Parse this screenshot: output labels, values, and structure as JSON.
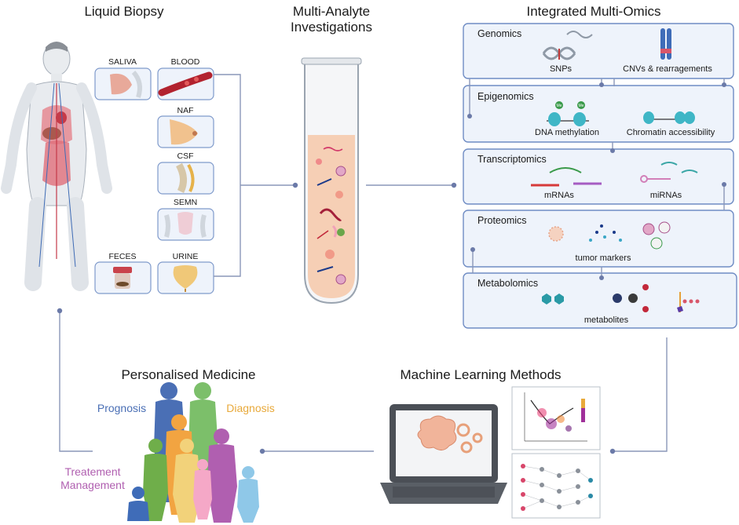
{
  "titles": {
    "liquid_biopsy": "Liquid Biopsy",
    "multi_analyte_line1": "Multi-Analyte",
    "multi_analyte_line2": "Investigations",
    "integrated": "Integrated Multi-Omics",
    "personalised": "Personalised  Medicine",
    "ml": "Machine Learning Methods"
  },
  "samples": {
    "saliva": "SALIVA",
    "blood": "BLOOD",
    "naf": "NAF",
    "csf": "CSF",
    "semn": "SEMN",
    "feces": "FECES",
    "urine": "URINE"
  },
  "omics": {
    "genomics": {
      "title": "Genomics",
      "a": "SNPs",
      "b": "CNVs & rearragements"
    },
    "epigenomics": {
      "title": "Epigenomics",
      "a": "DNA methylation",
      "b": "Chromatin accessibility",
      "me": "Me"
    },
    "transcriptomics": {
      "title": "Transcriptomics",
      "a": "mRNAs",
      "b": "miRNAs"
    },
    "proteomics": {
      "title": "Proteomics",
      "a": "tumor markers"
    },
    "metabolomics": {
      "title": "Metabolomics",
      "a": "metabolites"
    }
  },
  "medicine": {
    "prognosis": "Prognosis",
    "diagnosis": "Diagnosis",
    "treatment_line1": "Treatement",
    "treatment_line2": "Management"
  },
  "colors": {
    "prognosis": "#4a6fb5",
    "diagnosis": "#e8a93a",
    "treatment": "#b05fb0",
    "connector": "#8a97b8"
  }
}
